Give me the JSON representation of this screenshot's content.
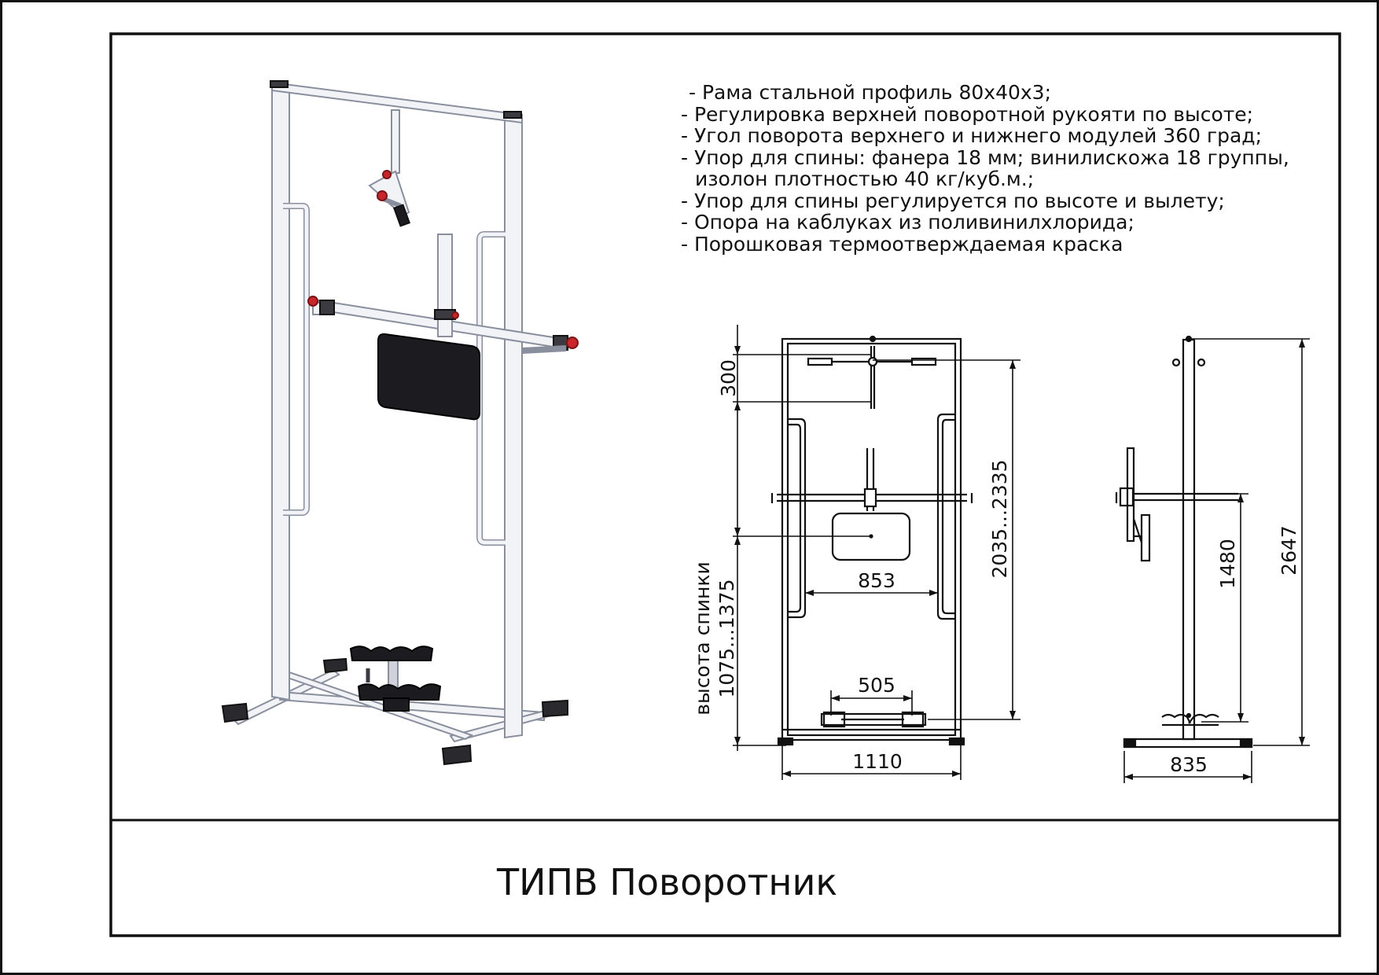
{
  "title": "ТИПВ Поворотник",
  "specs": [
    "- Рама стальной профиль 80х40х3;",
    "- Регулировка верхней поворотной рукояти по высоте;",
    "- Угол поворота верхнего и нижнего модулей 360 град;",
    "- Упор для спины: фанера 18 мм; винилискожа 18 группы,",
    "изолон плотностью 40 кг/куб.м.;",
    "- Упор для спины регулируется по высоте и вылету;",
    "- Опора на каблуках из поливинилхлорида;",
    "- Порошковая термоотверждаемая краска"
  ],
  "dimensions": {
    "handle_offset": "300",
    "height_range": "2035...2335",
    "inner_width": "853",
    "back_height_label": "высота спинки",
    "back_height_range": "1075...1375",
    "foot_width": "505",
    "front_width": "1110",
    "side_bar_height": "1480",
    "total_height": "2647",
    "side_depth": "835"
  },
  "colors": {
    "frame": "#f2f3f7",
    "frame_edge": "#8a8f9e",
    "pad": "#1c1c20",
    "accent": "#c8262a",
    "line": "#111111"
  }
}
